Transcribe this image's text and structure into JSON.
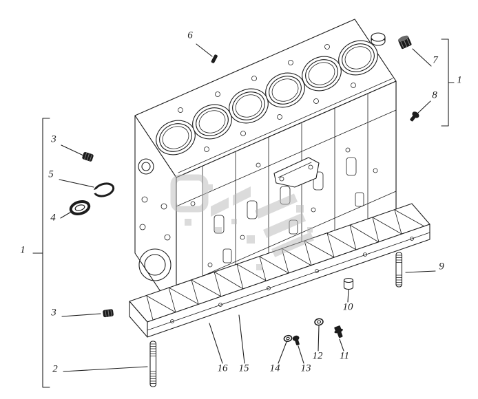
{
  "diagram": {
    "background": "#ffffff",
    "line_color": "#1c1c1c",
    "watermark_color": "#b9b9b9"
  },
  "callouts": {
    "n1_left": {
      "label": "1"
    },
    "n1_right": {
      "label": "1"
    },
    "n2": {
      "label": "2"
    },
    "n3_upper": {
      "label": "3"
    },
    "n3_lower": {
      "label": "3"
    },
    "n4": {
      "label": "4"
    },
    "n5": {
      "label": "5"
    },
    "n6": {
      "label": "6"
    },
    "n7": {
      "label": "7"
    },
    "n8": {
      "label": "8"
    },
    "n9": {
      "label": "9"
    },
    "n10": {
      "label": "10"
    },
    "n11": {
      "label": "11"
    },
    "n12": {
      "label": "12"
    },
    "n13": {
      "label": "13"
    },
    "n14": {
      "label": "14"
    },
    "n15": {
      "label": "15"
    },
    "n16": {
      "label": "16"
    }
  }
}
